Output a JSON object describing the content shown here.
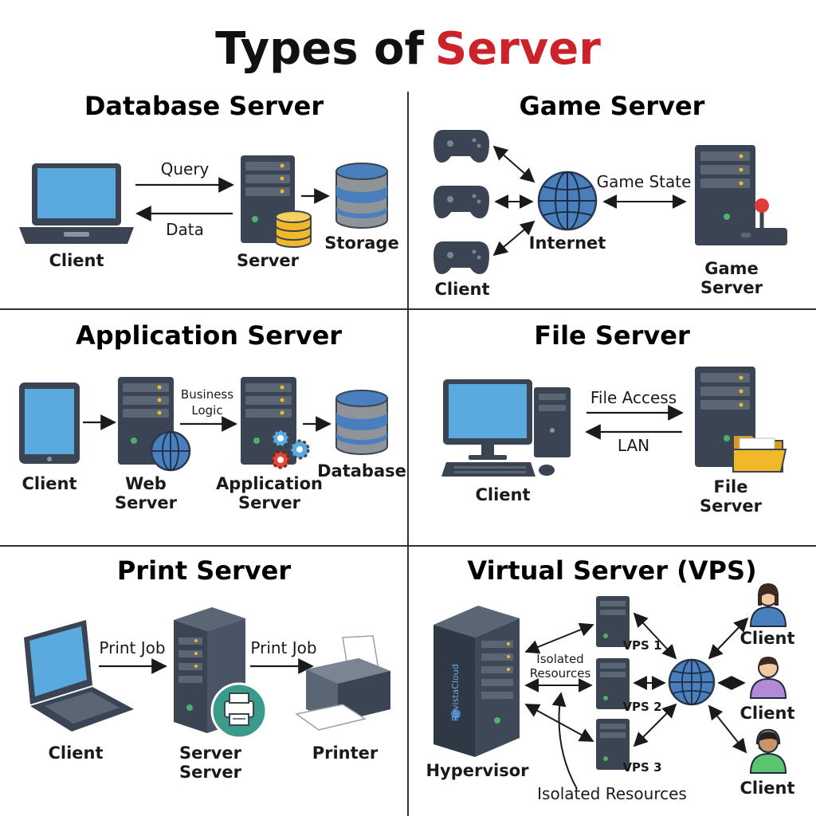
{
  "title": {
    "prefix": "Types of",
    "highlight": "Server"
  },
  "colors": {
    "highlight": "#cc2229",
    "device_dark": "#3a4452",
    "screen_blue": "#5aa9df",
    "storage_blue": "#4a7fbd",
    "storage_gray": "#8f9498",
    "gold": "#f2b82a",
    "green": "#4fb06e",
    "divider": "#333333"
  },
  "panels": {
    "database": {
      "title": "Database Server",
      "query_label": "Query",
      "data_label": "Data",
      "client_label": "Client",
      "server_label": "Server",
      "storage_label": "Storage"
    },
    "game": {
      "title": "Game Server",
      "internet_label": "Internet",
      "state_label": "Game State",
      "client_label": "Client",
      "server_line1": "Game",
      "server_line2": "Server"
    },
    "application": {
      "title": "Application Server",
      "client_label": "Client",
      "web_line1": "Web",
      "web_line2": "Server",
      "logic_line1": "Business",
      "logic_line2": "Logic",
      "app_line1": "Application",
      "app_line2": "Server",
      "database_label": "Database"
    },
    "file": {
      "title": "File Server",
      "access_label": "File Access",
      "lan_label": "LAN",
      "client_label": "Client",
      "server_line1": "File",
      "server_line2": "Server"
    },
    "print": {
      "title": "Print Server",
      "job_label_1": "Print Job",
      "job_label_2": "Print Job",
      "client_label": "Client",
      "server_line1": "Server",
      "server_line2": "Server",
      "printer_label": "Printer"
    },
    "virtual": {
      "title": "Virtual Server (VPS)",
      "hypervisor_label": "Hypervisor",
      "brand_text": "RevistaCloud",
      "isolated_line1": "Isolated",
      "isolated_line2": "Resources",
      "isolated_bottom": "Isolated Resources",
      "vps_labels": [
        "VPS 1",
        "VPS 2",
        "VPS 3"
      ],
      "client_labels": [
        "Client",
        "Client",
        "Client"
      ]
    }
  }
}
